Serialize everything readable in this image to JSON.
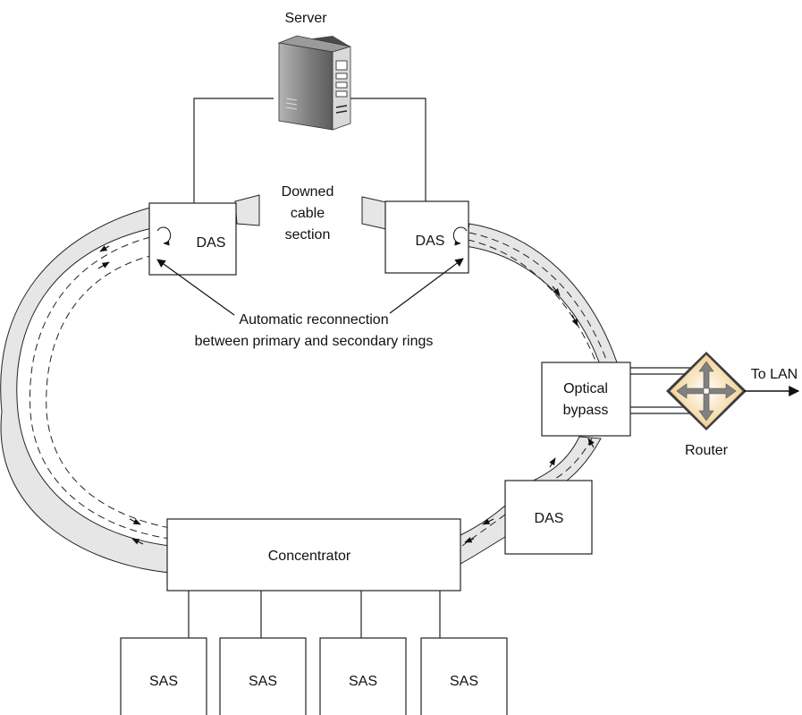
{
  "labels": {
    "server": "Server",
    "downed_line1": "Downed",
    "downed_line2": "cable",
    "downed_line3": "section",
    "das_left": "DAS",
    "das_right": "DAS",
    "das_lower": "DAS",
    "reconnect_line1": "Automatic reconnection",
    "reconnect_line2": "between primary and secondary rings",
    "optical_line1": "Optical",
    "optical_line2": "bypass",
    "router": "Router",
    "to_lan": "To LAN",
    "concentrator": "Concentrator",
    "sas_1": "SAS",
    "sas_2": "SAS",
    "sas_3": "SAS",
    "sas_4": "SAS"
  },
  "colors": {
    "ring_fill": "#e6e6e6",
    "line": "#222222",
    "server_body": "#8a8a8a",
    "router_fill": "#f3d39a",
    "router_arrows": "#7d7d7d"
  },
  "icons": {
    "server": "server-tower-icon",
    "router": "router-icon"
  }
}
